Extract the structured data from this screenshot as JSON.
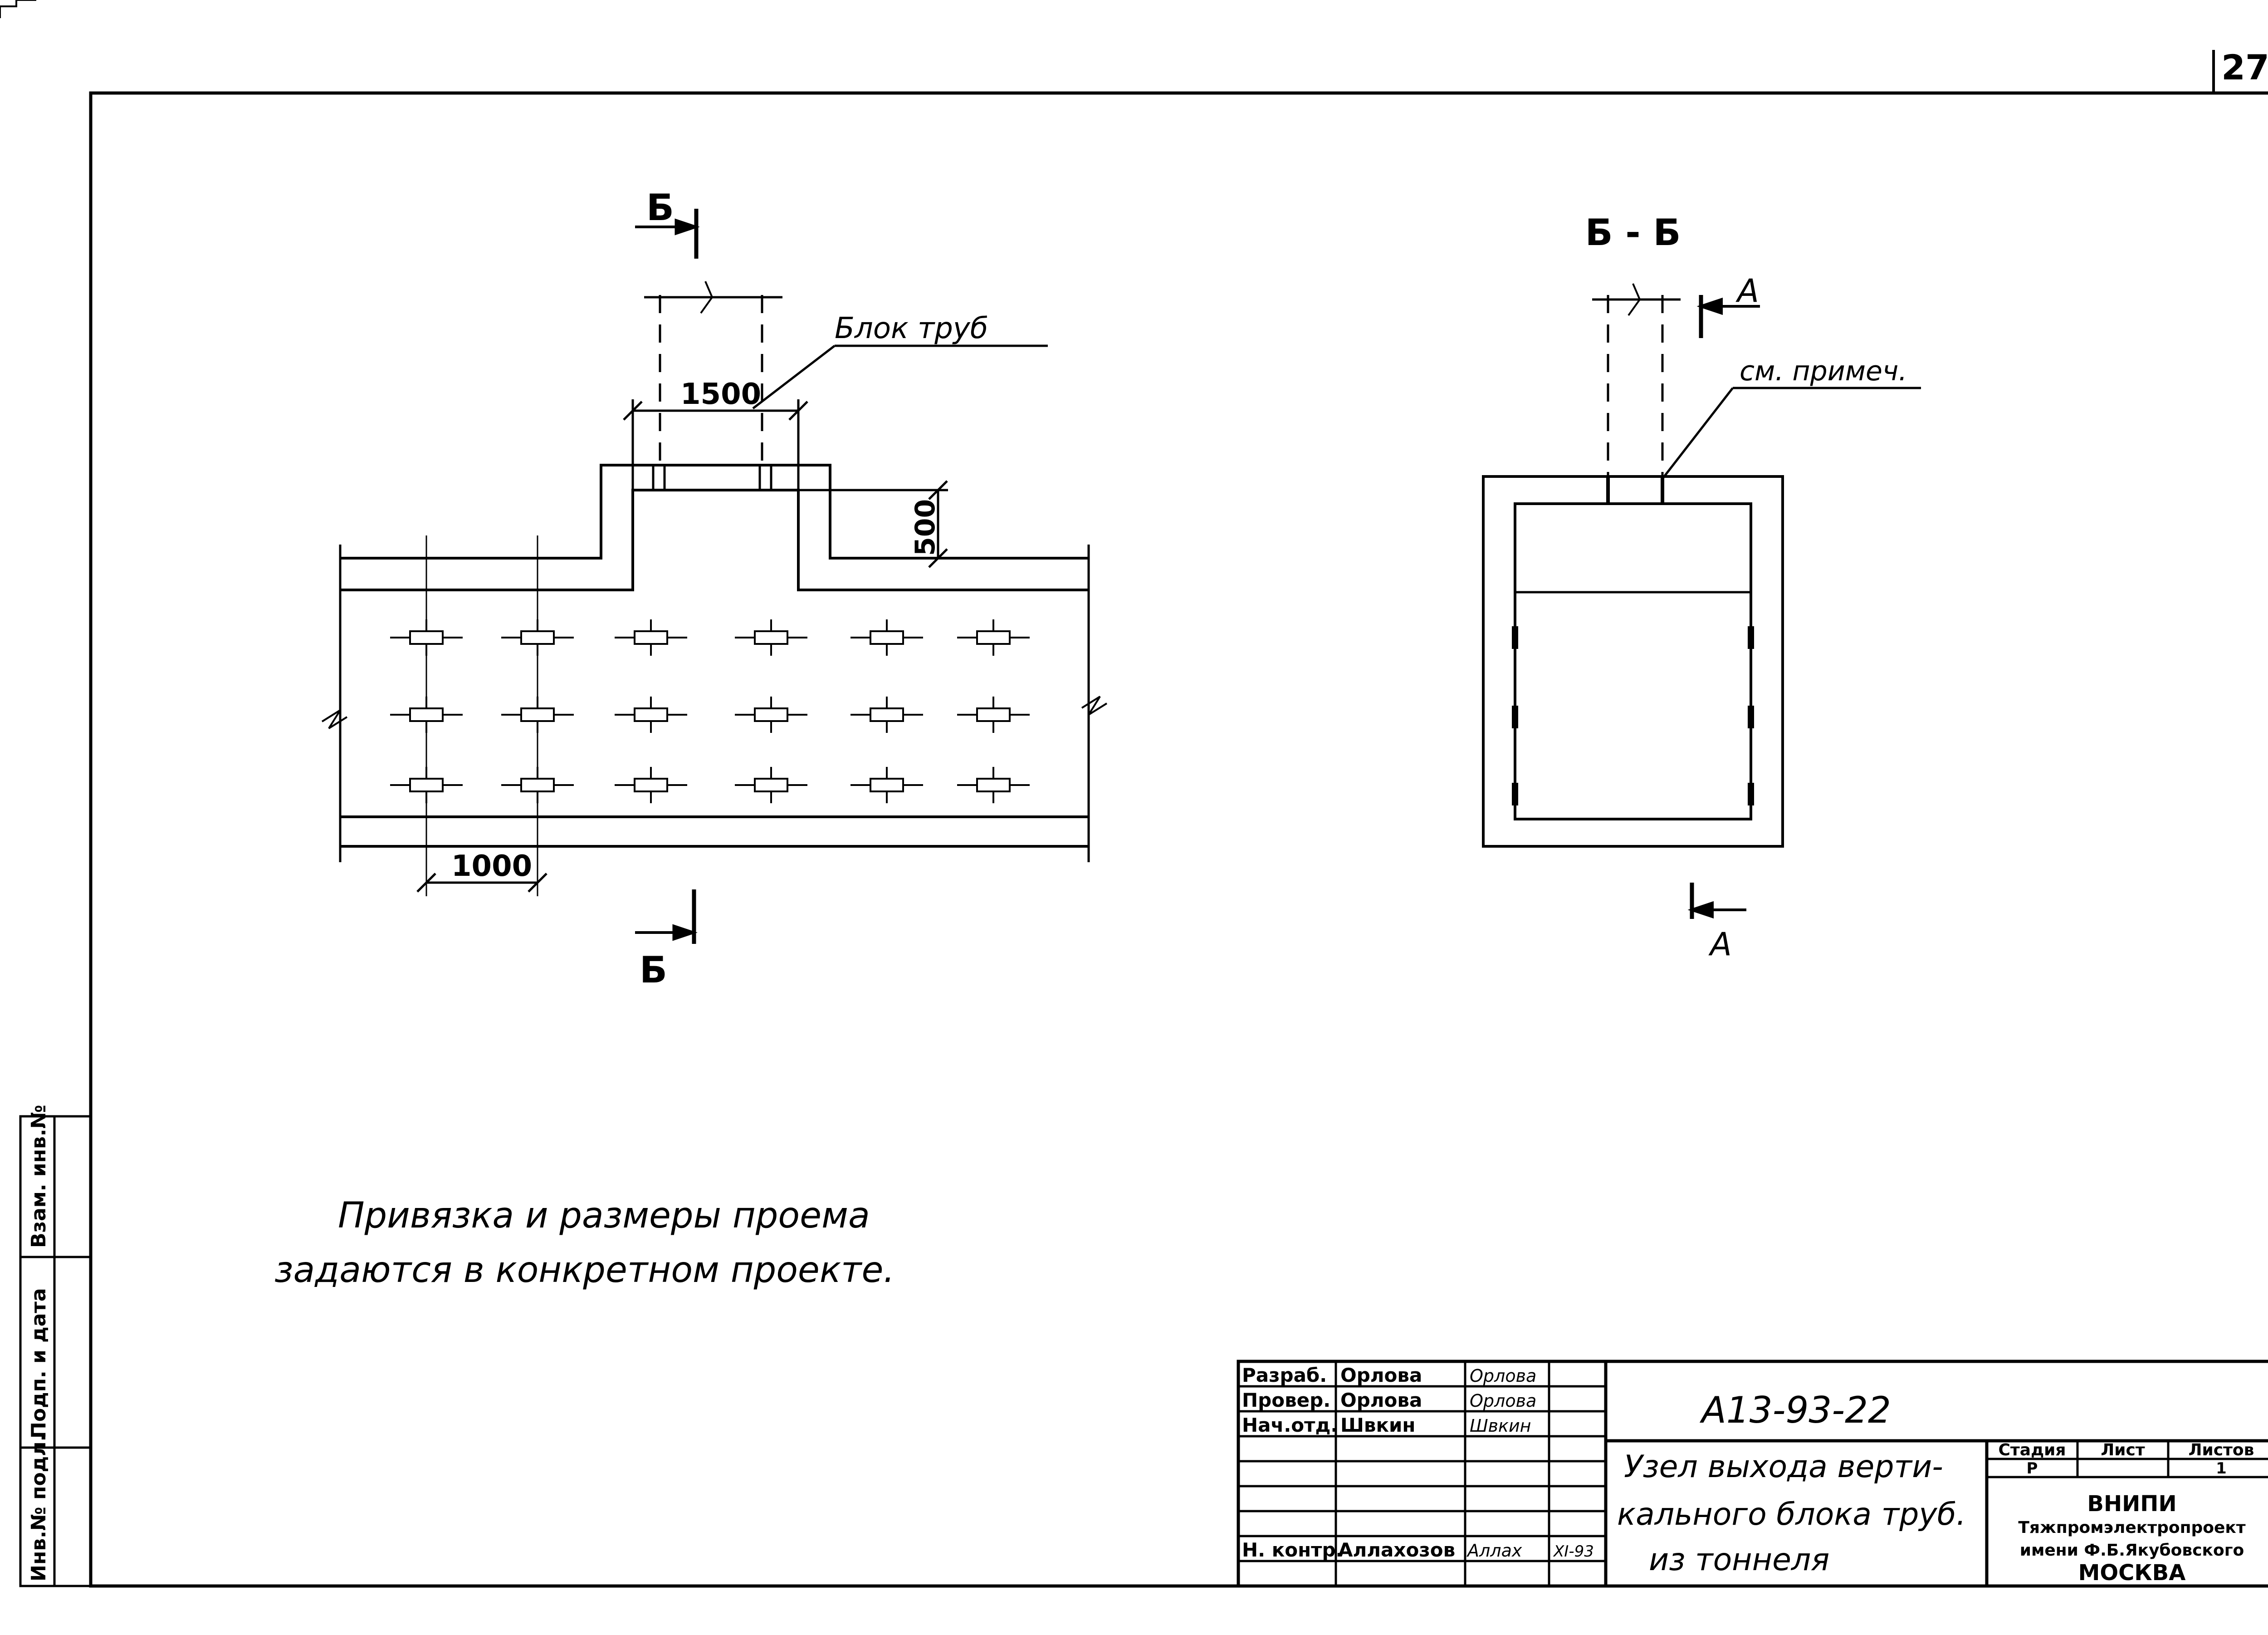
{
  "sheet": {
    "page_number": "27"
  },
  "plan_view": {
    "section_label_top": "Б",
    "section_label_bottom": "Б",
    "pipe_block_label": "Блок труб",
    "dim_1500": "1500",
    "dim_500": "500",
    "dim_1000": "1000"
  },
  "section_view": {
    "title": "Б - Б",
    "label_top": "А",
    "label_bottom": "А",
    "note_ref": "см. примеч."
  },
  "note": {
    "line1": "Привязка и размеры проема",
    "line2": "задаются в конкретном проекте."
  },
  "side_strip": {
    "inv_podl": "Инв.№ подл.",
    "podp_data": "Подп. и дата",
    "vzam_inv": "Взам. инв.№"
  },
  "title_block": {
    "roles": [
      "Разраб.",
      "Провер.",
      "Нач.отд.",
      "Н. контр."
    ],
    "names": [
      "Орлова",
      "Орлова",
      "Швкин",
      "Аллахозов"
    ],
    "signatures": [
      "Орлова",
      "Орлова",
      "Швкин",
      "Аллах"
    ],
    "date": "XI-93",
    "doc_code": "А13-93-22",
    "drawing_title_1": "Узел выхода верти-",
    "drawing_title_2": "кального блока труб.",
    "drawing_title_3": "из тоннеля",
    "col_stage": "Стадия",
    "col_sheet": "Лист",
    "col_sheets": "Листов",
    "stage_value": "Р",
    "sheets_value": "1",
    "org_line1": "ВНИПИ",
    "org_line2": "Тяжпромэлектропроект",
    "org_line3": "имени Ф.Б.Якубовского",
    "org_line4": "МОСКВА"
  }
}
